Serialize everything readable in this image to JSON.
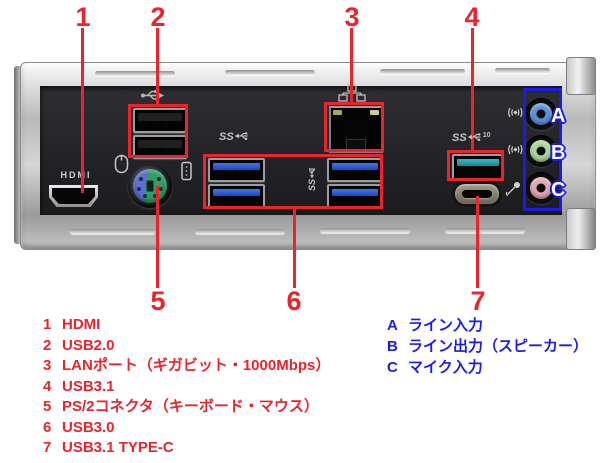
{
  "colors": {
    "annotation_red": "#e8242c",
    "annotation_blue": "#1b1ce2",
    "usb3_tongue_blue": "#2256cf",
    "usb31_tongue_teal": "#25a6b2",
    "ps2_purple": "#5e6ed2",
    "ps2_green": "#2f9e68",
    "jack_line_in_blue": "#5d8fd6",
    "jack_line_out_green": "#a9d596",
    "jack_mic_pink": "#e2a4b2"
  },
  "callouts": {
    "n1": "1",
    "n2": "2",
    "n3": "3",
    "n4": "4",
    "n5": "5",
    "n6": "6",
    "n7": "7"
  },
  "panel": {
    "hdmi_label": "HDMI",
    "ss_label": "SS",
    "ss_vertical_label": "SS",
    "ss10_label": "SS",
    "ss10_sup": "10",
    "audio": {
      "a": "A",
      "b": "B",
      "c": "C"
    }
  },
  "legend_left": [
    {
      "num": "1",
      "text": "HDMI"
    },
    {
      "num": "2",
      "text": "USB2.0"
    },
    {
      "num": "3",
      "text": "LANポート（ギガビット・1000Mbps）"
    },
    {
      "num": "4",
      "text": "USB3.1"
    },
    {
      "num": "5",
      "text": "PS/2コネクタ（キーボード・マウス）"
    },
    {
      "num": "6",
      "text": "USB3.0"
    },
    {
      "num": "7",
      "text": "USB3.1 TYPE-C"
    }
  ],
  "legend_right": [
    {
      "key": "A",
      "text": "ライン入力"
    },
    {
      "key": "B",
      "text": "ライン出力（スピーカー）"
    },
    {
      "key": "C",
      "text": "マイク入力"
    }
  ]
}
